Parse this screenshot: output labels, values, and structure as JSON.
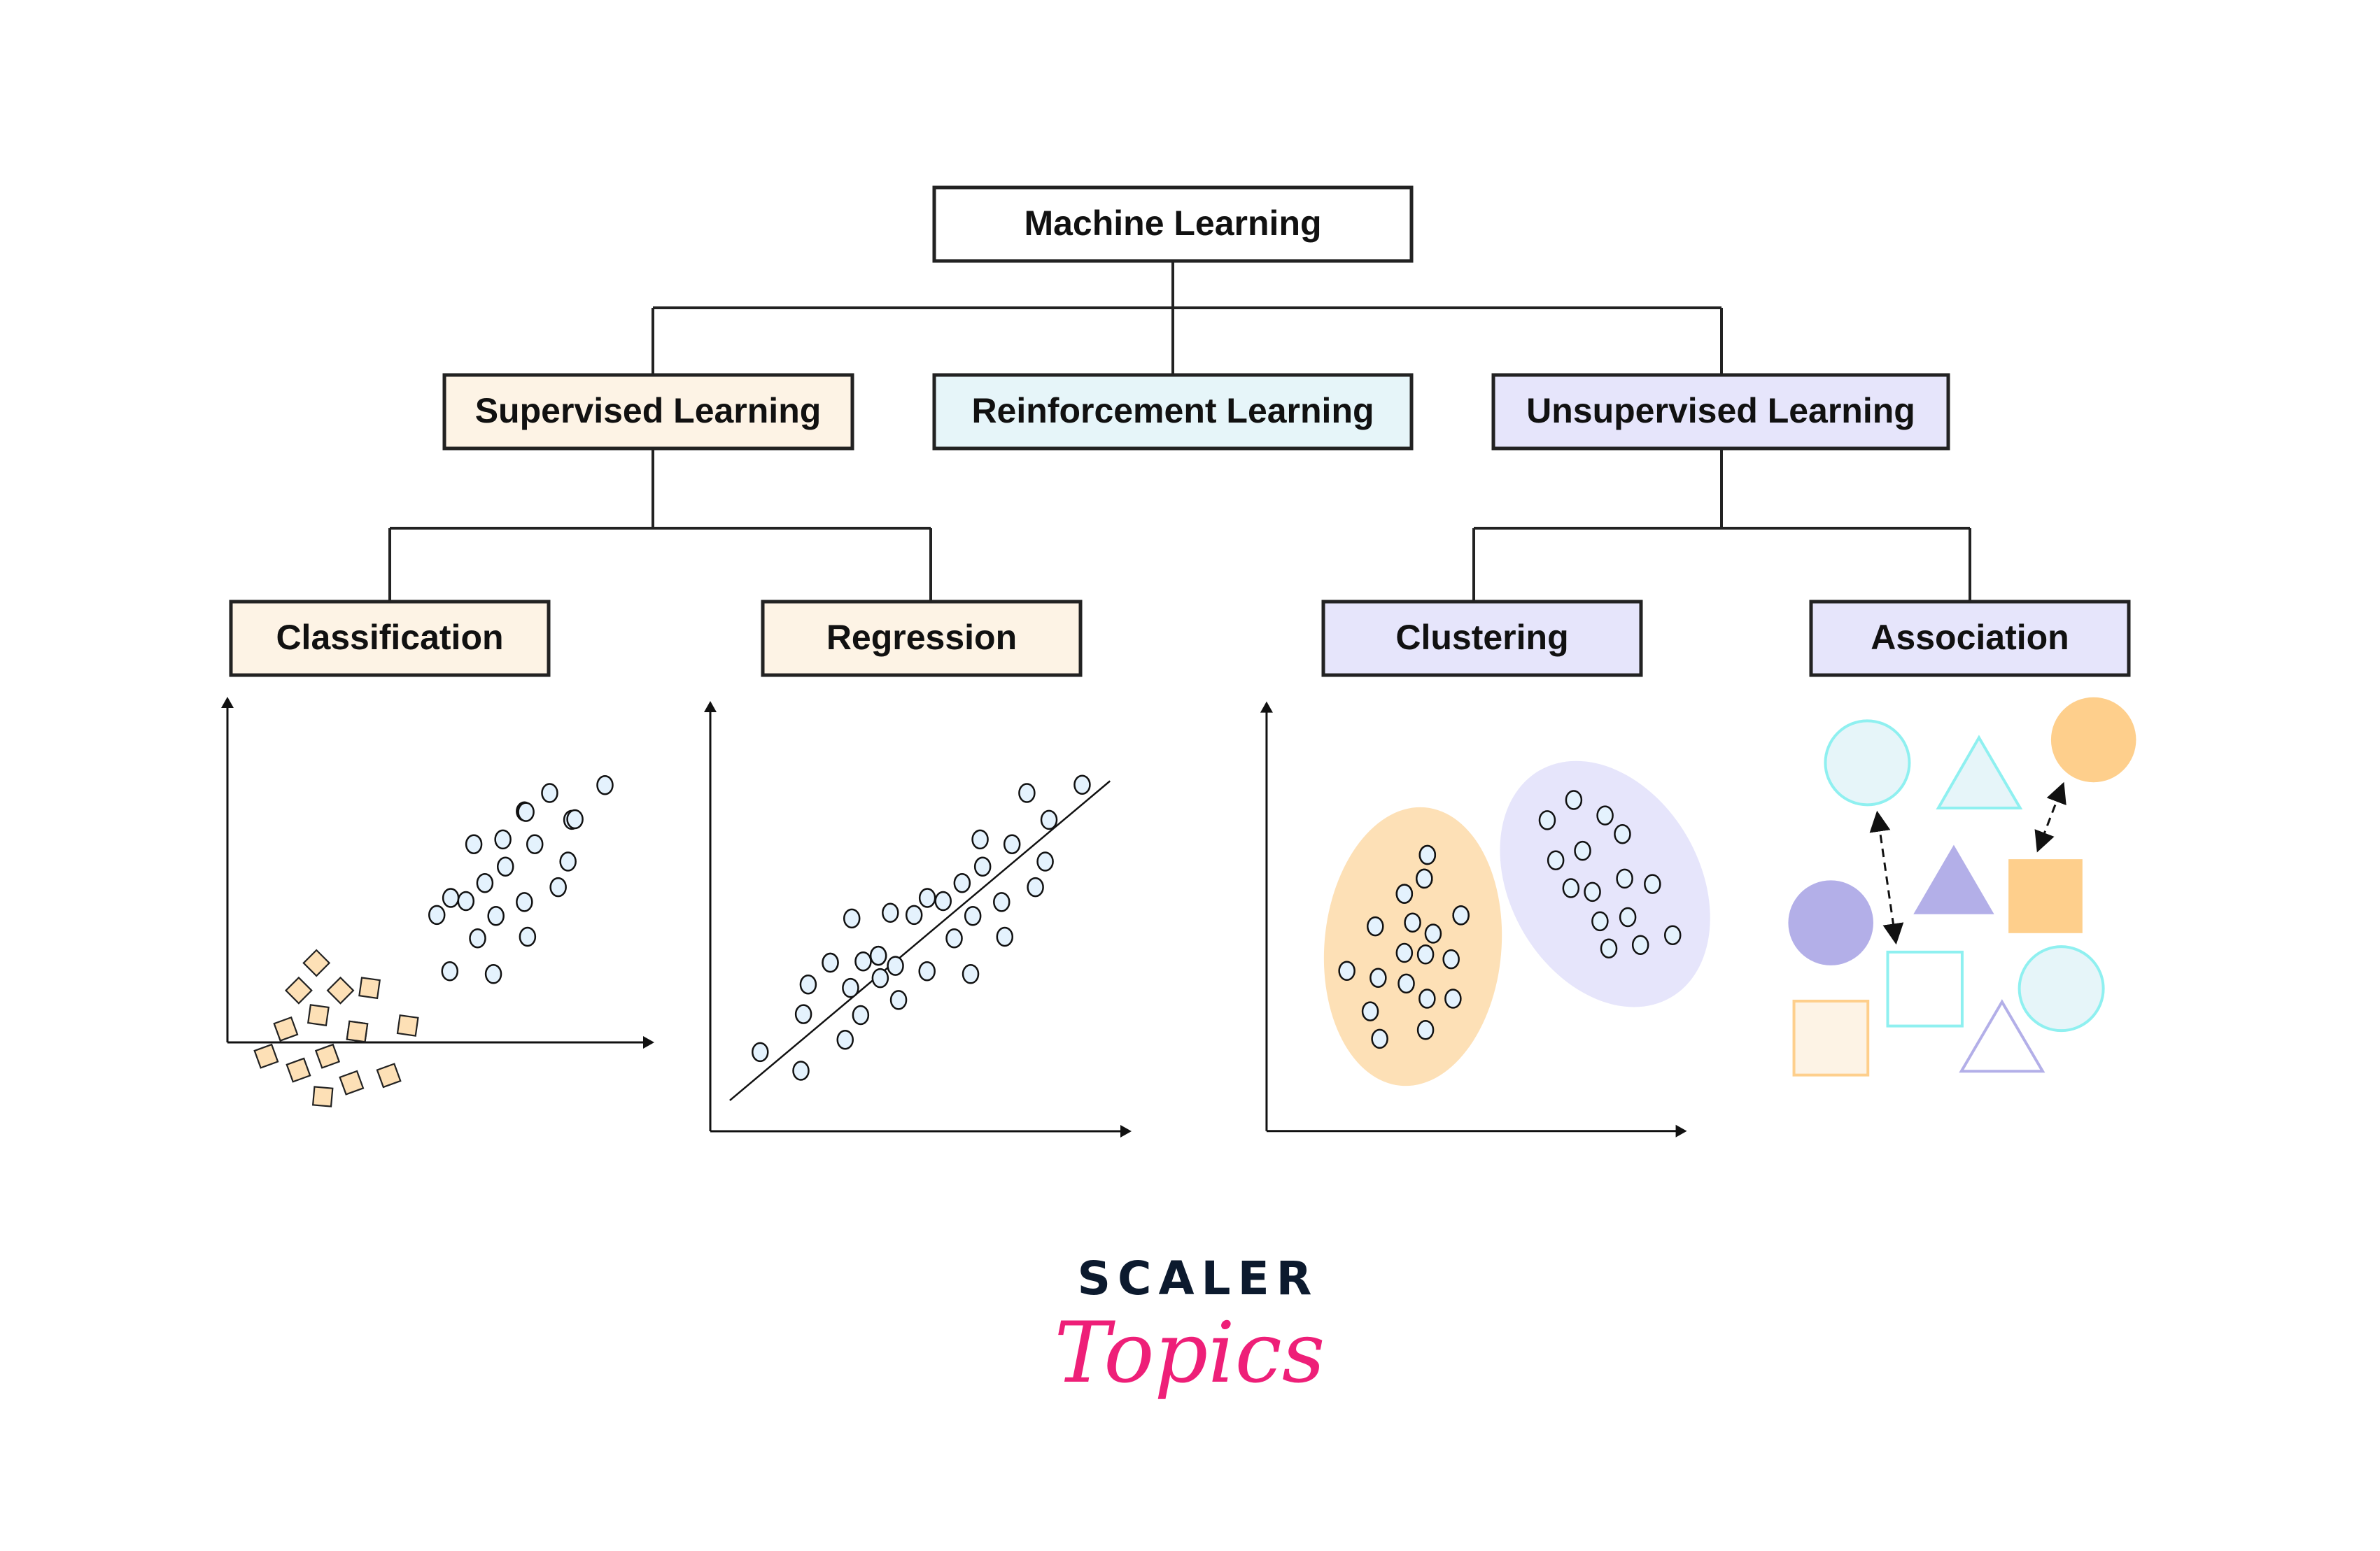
{
  "diagram": {
    "root": {
      "label": "Machine Learning",
      "fill": "#ffffff"
    },
    "level2": [
      {
        "id": "supervised",
        "label": "Supervised Learning",
        "fill": "#fdf3e5"
      },
      {
        "id": "reinforcement",
        "label": "Reinforcement Learning",
        "fill": "#e6f5f9"
      },
      {
        "id": "unsupervised",
        "label": "Unsupervised Learning",
        "fill": "#e6e5fb"
      }
    ],
    "level3": [
      {
        "id": "classification",
        "label": "Classification",
        "parent": "supervised",
        "fill": "#fdf3e5"
      },
      {
        "id": "regression",
        "label": "Regression",
        "parent": "supervised",
        "fill": "#fdf3e5"
      },
      {
        "id": "clustering",
        "label": "Clustering",
        "parent": "unsupervised",
        "fill": "#e6e5fb"
      },
      {
        "id": "association",
        "label": "Association",
        "parent": "unsupervised",
        "fill": "#e6e5fb"
      }
    ]
  },
  "illustrations": {
    "classification": {
      "description": "Two groups: orange squares (lower-left) and blue circles (upper-right)",
      "square_count": 15,
      "circle_count": 22,
      "square_color": "#fde0b6",
      "circle_color": "#e4f2fd"
    },
    "regression": {
      "description": "Scatter of blue circles with an increasing fitted line",
      "point_count": 35,
      "circle_color": "#e4f2fd"
    },
    "clustering": {
      "description": "Two clusters of points enclosed by an orange and a lavender ellipse",
      "cluster_colors": [
        "#fde0b6",
        "#e6e5fb"
      ],
      "cluster_point_counts": [
        22,
        15
      ]
    },
    "association": {
      "description": "Scattered shapes with dashed double-headed arrows linking related items",
      "colors": {
        "cyan": "#8ff0f0",
        "light_cyan": "#e6f5f9",
        "purple": "#b3afe8",
        "orange": "#fecf8c",
        "cream": "#fdf3e5"
      }
    }
  },
  "logo": {
    "line1": "SCALER",
    "line2": "Topics"
  }
}
